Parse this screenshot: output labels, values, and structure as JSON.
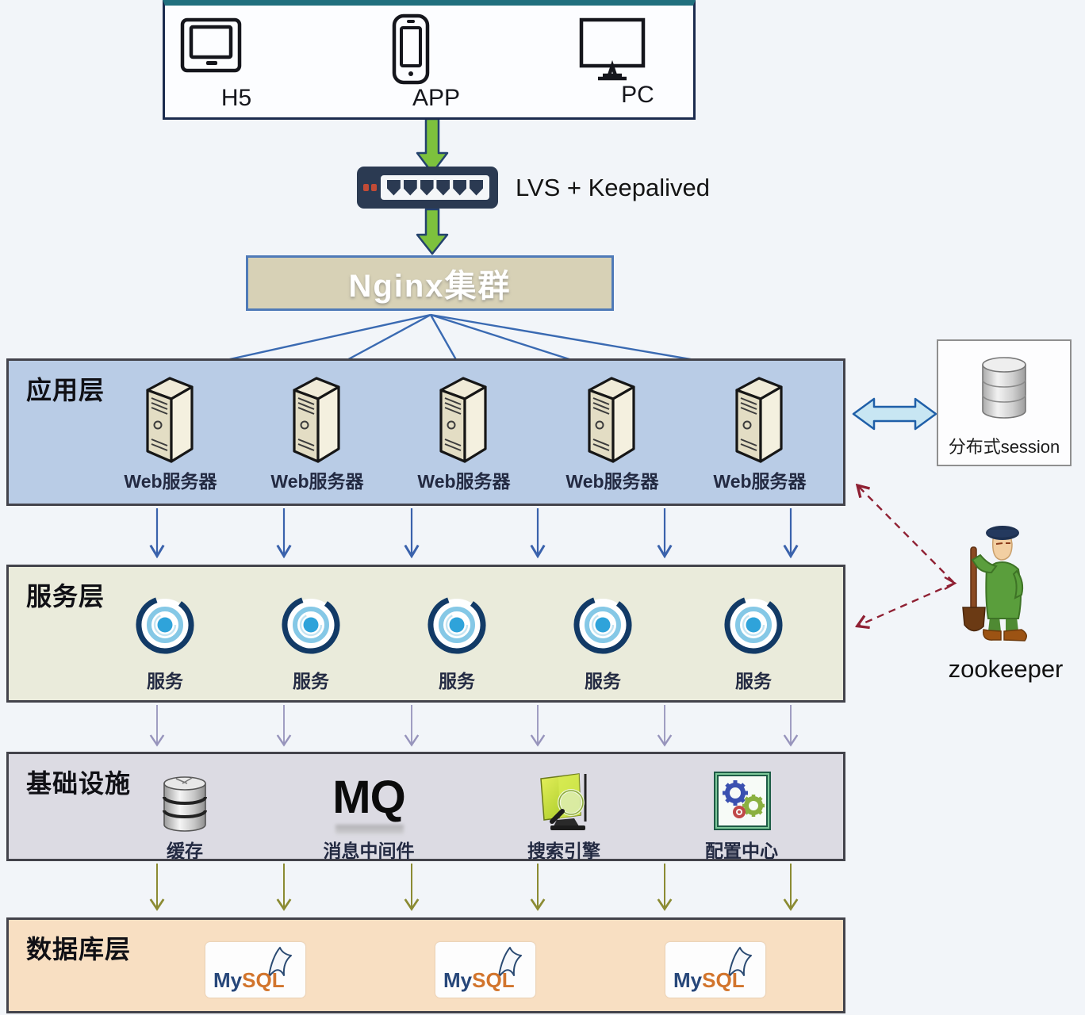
{
  "clients": {
    "items": [
      {
        "label": "H5",
        "icon": "tv-icon"
      },
      {
        "label": "APP",
        "icon": "smartphone-icon"
      },
      {
        "label": "PC",
        "icon": "monitor-icon"
      }
    ]
  },
  "lvs": {
    "label": "LVS + Keepalived"
  },
  "nginx": {
    "label": "Nginx集群"
  },
  "app_layer": {
    "title": "应用层",
    "servers": [
      "Web服务器",
      "Web服务器",
      "Web服务器",
      "Web服务器",
      "Web服务器"
    ]
  },
  "session": {
    "label": "分布式session"
  },
  "service_layer": {
    "title": "服务层",
    "services": [
      "服务",
      "服务",
      "服务",
      "服务",
      "服务"
    ]
  },
  "zookeeper": {
    "label": "zookeeper"
  },
  "infra_layer": {
    "title": "基础设施",
    "items": [
      {
        "label": "缓存",
        "icon": "cache-database-icon"
      },
      {
        "label": "消息中间件",
        "icon": "mq-icon",
        "icon_text": "MQ"
      },
      {
        "label": "搜索引擎",
        "icon": "search-engine-icon"
      },
      {
        "label": "配置中心",
        "icon": "config-center-icon"
      }
    ]
  },
  "db_layer": {
    "title": "数据库层",
    "mysql_prefix": "My",
    "mysql_suffix": "SQL",
    "databases": [
      "MySQL",
      "MySQL",
      "MySQL"
    ]
  },
  "colors": {
    "background": "#f2f5f9",
    "app_band": "#b9cce6",
    "service_band": "#eaebdb",
    "infra_band": "#dcdbe3",
    "db_band": "#f8dfc2",
    "nginx_bg": "#d7d1b6",
    "nginx_border": "#4f7ab8",
    "green_arrow": "#7dc13d",
    "blue_arrow": "#3a62ac",
    "purple_arrow": "#9794bc",
    "olive_arrow": "#8b8b33",
    "red_dashed": "#8f2033",
    "switch_body": "#2b3a52",
    "mysql_navy": "#27477a",
    "mysql_orange": "#d2752d"
  }
}
